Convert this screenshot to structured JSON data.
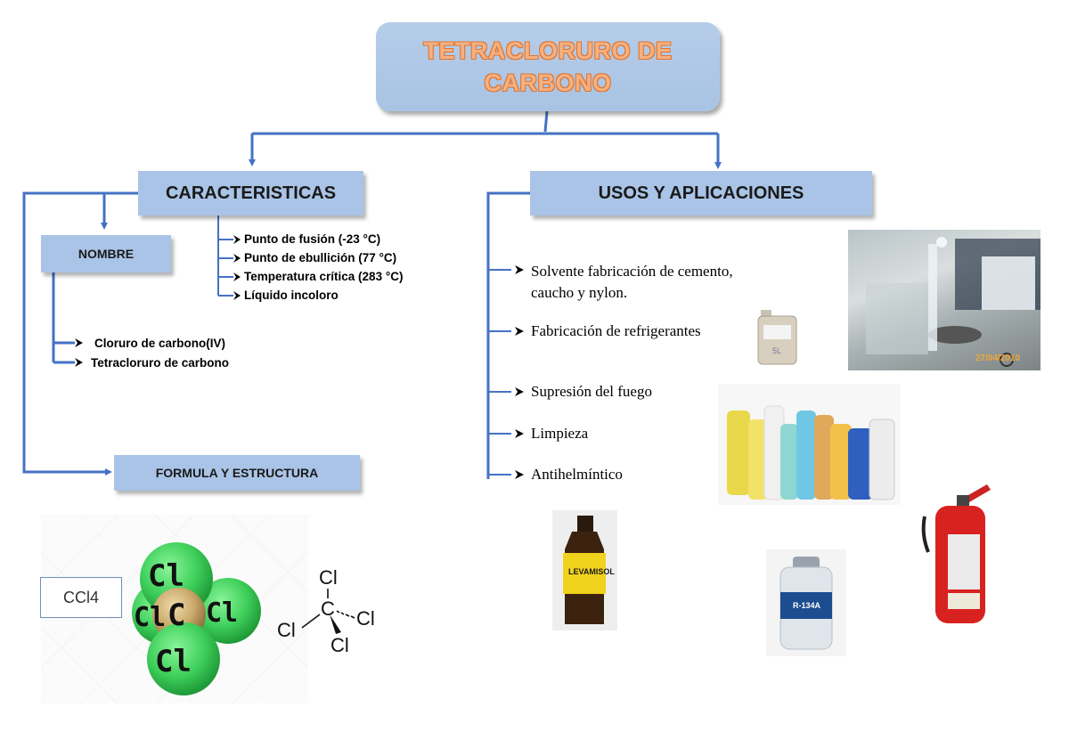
{
  "title": {
    "line1": "TETRACLORURO DE",
    "line2": "CARBONO"
  },
  "caracteristicas": {
    "header": "CARACTERISTICAS",
    "items": [
      "Punto de fusión (-23 °C)",
      "Punto de ebullición (77 °C)",
      "Temperatura crítica (283 °C)",
      "Líquido incoloro"
    ]
  },
  "nombre": {
    "header": "NOMBRE",
    "items": [
      "Cloruro de carbono(IV)",
      "Tetracloruro de carbono"
    ]
  },
  "formula": {
    "header": "FORMULA Y ESTRUCTURA",
    "label": "CCl4",
    "atoms": {
      "cl": "Cl",
      "c": "C"
    },
    "structure": {
      "top": "Cl",
      "center": "C",
      "left": "Cl",
      "right": "Cl",
      "bottom": "Cl"
    }
  },
  "usos": {
    "header": "USOS Y APLICACIONES",
    "items": [
      {
        "line1": "Solvente fabricación de cemento,",
        "line2": "caucho y nylon."
      },
      {
        "line1": "Fabricación de refrigerantes"
      },
      {
        "line1": "Supresión del fuego"
      },
      {
        "line1": "Limpieza"
      },
      {
        "line1": "Antihelmíntico"
      }
    ]
  },
  "photos": {
    "lab_date": "27/04/2010",
    "jug_volume": "5L",
    "bottle_label": "LEVAMISOL",
    "can_label": "R-134A"
  },
  "colors": {
    "connector": "#4472c4",
    "header_fill": "#a9c4e6",
    "title_text": "#f4b183",
    "cl_atom": "#3ecf5a",
    "c_atom": "#c9a86a"
  }
}
